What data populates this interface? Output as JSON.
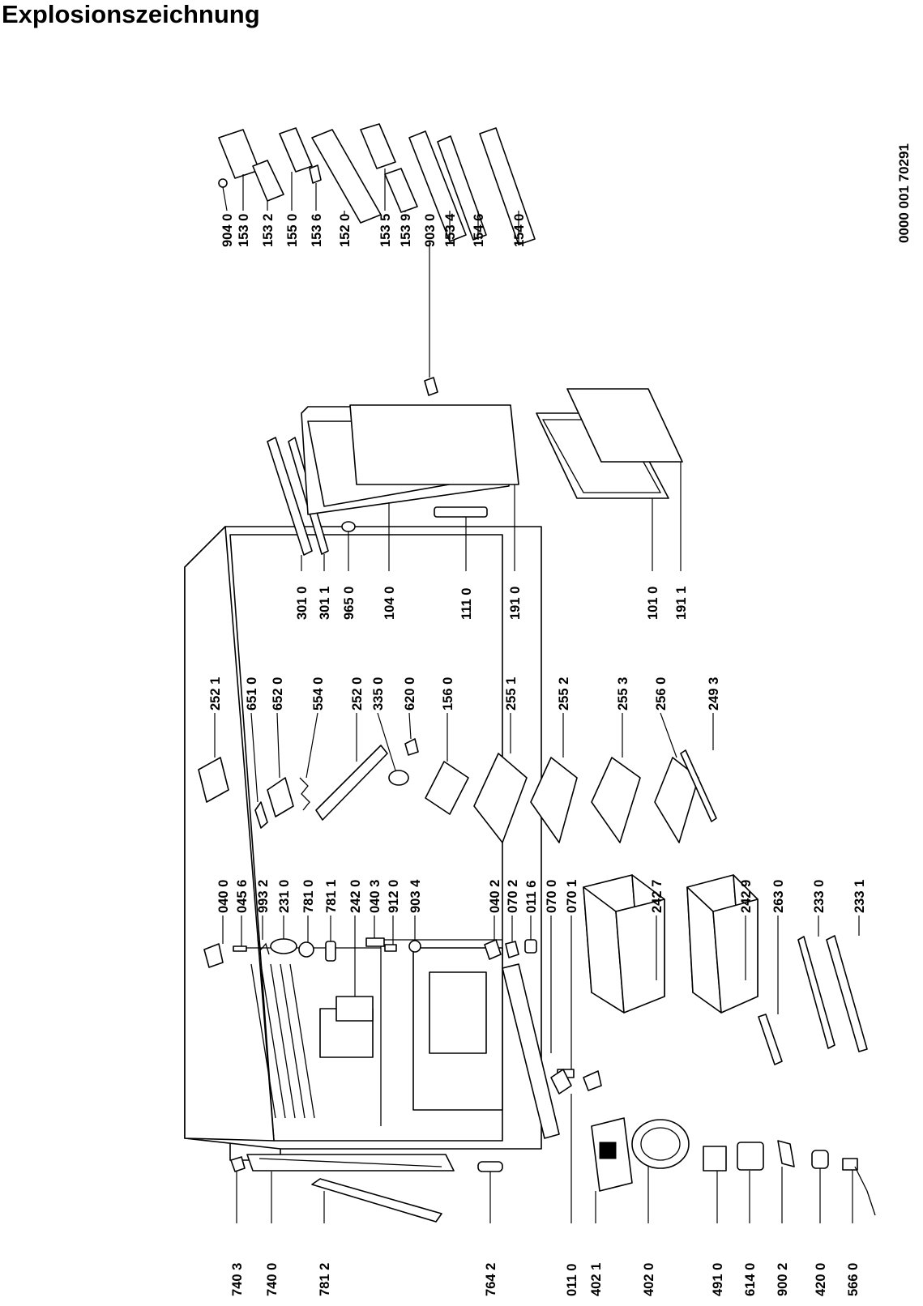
{
  "title": "Explosionszeichnung",
  "doc_number": "0000 001 70291",
  "labels": {
    "p7403": "740 3",
    "p7400": "740 0",
    "p7812": "781 2",
    "p7642": "764 2",
    "p0110": "011 0",
    "p4021": "402 1",
    "p4020": "402 0",
    "p4910": "491 0",
    "p6140": "614 0",
    "p9002": "900 2",
    "p4200": "420 0",
    "p5660": "566 0",
    "p0400": "040 0",
    "p0456": "045 6",
    "p9932": "993 2",
    "p2310": "231 0",
    "p7810": "781 0",
    "p7811": "781 1",
    "p2420": "242 0",
    "p0403": "040 3",
    "p9120": "912 0",
    "p9034": "903 4",
    "p0402": "040 2",
    "p0702": "070 2",
    "p0116": "011 6",
    "p0700": "070 0",
    "p0701": "070 1",
    "p2427": "242 7",
    "p2429": "242 9",
    "p2630": "263 0",
    "p2330": "233 0",
    "p2331": "233 1",
    "p2521": "252 1",
    "p6510": "651 0",
    "p6520": "652 0",
    "p5540": "554 0",
    "p2520": "252 0",
    "p3350": "335 0",
    "p6200": "620 0",
    "p1560": "156 0",
    "p2551": "255 1",
    "p2552": "255 2",
    "p2553": "255 3",
    "p2560": "256 0",
    "p2493": "249 3",
    "p3010": "301 0",
    "p3011": "301 1",
    "p9650": "965 0",
    "p1040": "104 0",
    "p1110": "111 0",
    "p1910": "191 0",
    "p1010": "101 0",
    "p1911": "191 1",
    "p9040": "904 0",
    "p1530": "153 0",
    "p1532": "153 2",
    "p1550": "155 0",
    "p1536": "153 6",
    "p1520": "152 0",
    "p1535": "153 5",
    "p1539": "153 9",
    "p9030": "903 0",
    "p1534": "153 4",
    "p1546": "154 6",
    "p1540": "154 0"
  }
}
